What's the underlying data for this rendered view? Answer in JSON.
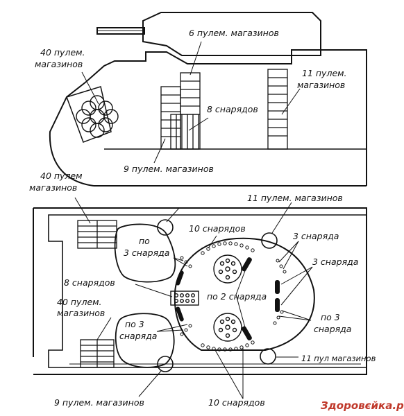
{
  "side_view": {
    "labels": {
      "turret_mags": "6 пулем. магазинов",
      "front_mags_l1": "40 пулем.",
      "front_mags_l2": "магазинов",
      "right_mags_l1": "11 пулем.",
      "right_mags_l2": "магазинов",
      "shells": "8 снарядов",
      "bottom_mags": "9 пулем. магазинов"
    }
  },
  "top_view": {
    "labels": {
      "top_left_mags_l1": "40 пулем",
      "top_left_mags_l2": "магазинов",
      "top_right_mags": "11 пулем. магазинов",
      "shells_10_top": "10 снарядов",
      "po3_a_l1": "по",
      "po3_a_l2": "3 снаряда",
      "three_shells_a": "3 снаряда",
      "three_shells_b": "3 снаряда",
      "shells_8": "8 снарядов",
      "po2": "по 2 снаряда",
      "left_mags2_l1": "40 пулем.",
      "left_mags2_l2": "магазинов",
      "po3_b_l1": "по 3",
      "po3_b_l2": "снаряда",
      "po3_c_l1": "по 3",
      "po3_c_l2": "снаряда",
      "right_bottom_mags": "11 пул магазинов",
      "bottom_mags": "9 пулем. магазинов",
      "shells_10_bottom": "10 снарядов"
    }
  },
  "watermark": "Здоровєйка.ру"
}
